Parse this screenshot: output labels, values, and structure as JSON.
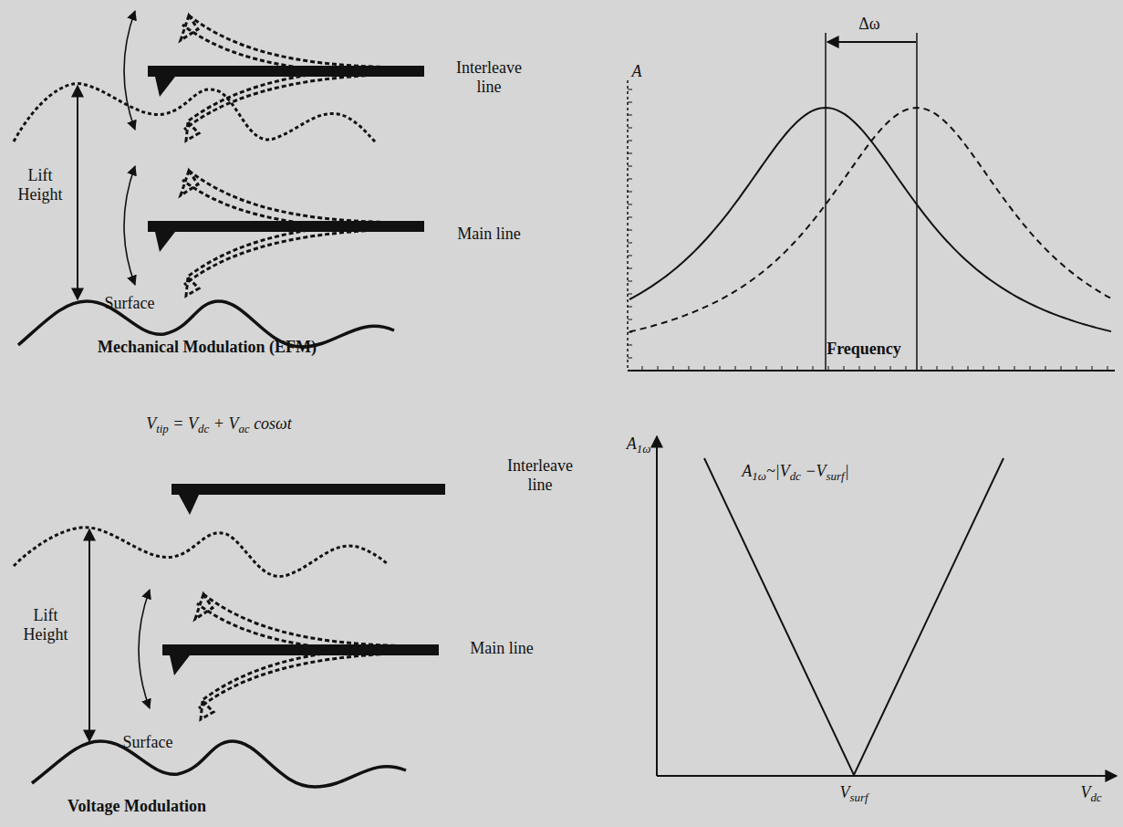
{
  "diagram": {
    "labels": [
      "Interleave line",
      "Lift Height",
      "Main line",
      "Surface",
      "Mechanical Modulation (EFM)",
      "A",
      "Δω",
      "Frequency",
      "Vtip = Vdc + Vac cosωt",
      "Interleave line",
      "Lift Height",
      "Main line",
      "Surface",
      "Voltage Modulation",
      "A1ω",
      "A1ω~|Vdc −Vsurf|",
      "Vsurf",
      "Vdc"
    ]
  }
}
